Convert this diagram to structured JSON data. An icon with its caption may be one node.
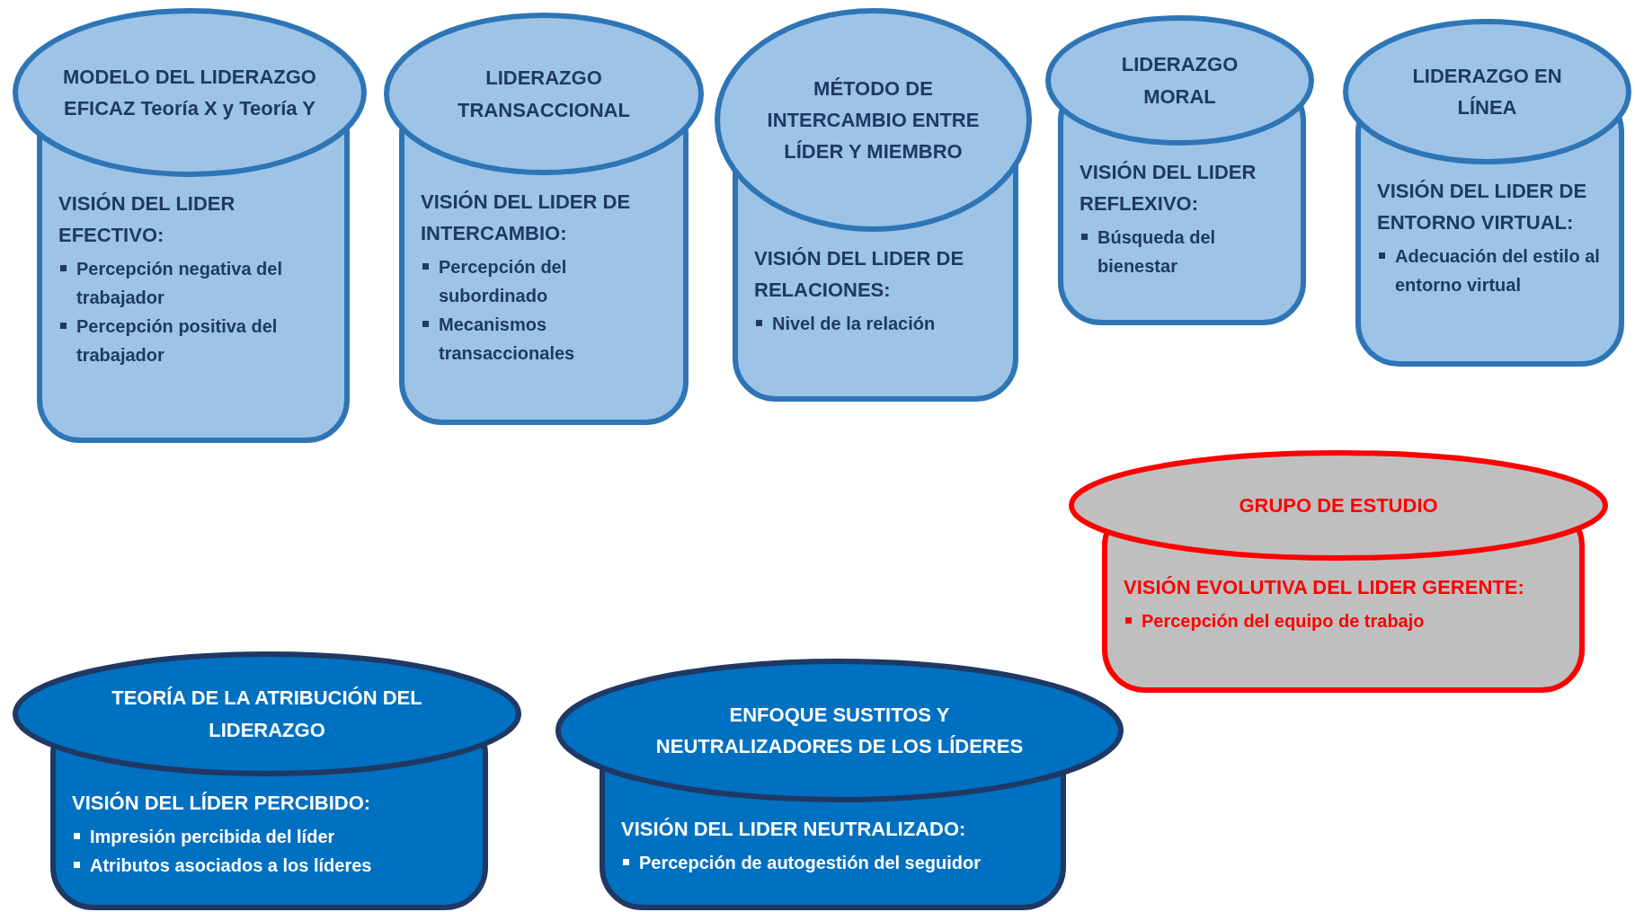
{
  "diagram": {
    "nodes": [
      {
        "text": [
          "MODELO DEL LIDERAZGO EFICAZ Teoría X y Teoría Y",
          "VISIÓN DEL LIDER EFECTIVO:",
          "Percepción negativa del trabajador",
          "Percepción positiva del trabajador"
        ]
      },
      {
        "text": [
          "LIDERAZGO TRANSACCIONAL",
          "VISIÓN DEL LIDER DE INTERCAMBIO:",
          "Percepción del subordinado",
          "Mecanismos transaccionales"
        ]
      },
      {
        "text": [
          "MÉTODO DE INTERCAMBIO ENTRE LÍDER Y MIEMBRO",
          "VISIÓN DEL LIDER DE RELACIONES:",
          "Nivel de la relación"
        ]
      },
      {
        "text": [
          "LIDERAZGO MORAL",
          "VISIÓN DEL LIDER REFLEXIVO:",
          "Búsqueda del bienestar"
        ]
      },
      {
        "text": [
          "LIDERAZGO EN LÍNEA",
          "VISIÓN DEL LIDER DE ENTORNO VIRTUAL:",
          "Adecuación del estilo al entorno virtual"
        ]
      },
      {
        "text": [
          "GRUPO DE ESTUDIO",
          "VISIÓN EVOLUTIVA DEL LIDER GERENTE:",
          "Percepción del equipo de trabajo"
        ]
      },
      {
        "text": [
          "TEORÍA DE LA ATRIBUCIÓN DEL LIDERAZGO",
          "VISIÓN DEL LÍDER PERCIBIDO:",
          "Impresión percibida del líder",
          "Atributos asociados a los líderes"
        ]
      },
      {
        "text": [
          "ENFOQUE SUSTITOS Y NEUTRALIZADORES DE LOS LÍDERES",
          "VISIÓN DEL LIDER NEUTRALIZADO:",
          "Percepción de autogestión del seguidor"
        ]
      }
    ]
  }
}
